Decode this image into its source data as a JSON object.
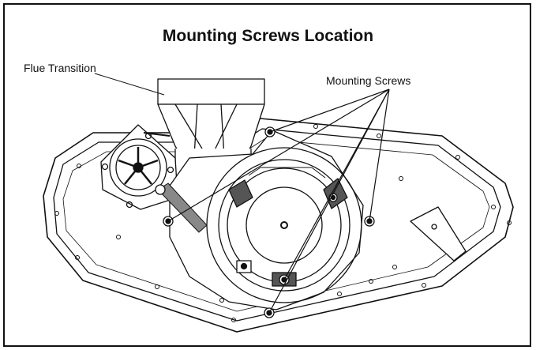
{
  "title": "Mounting Screws Location",
  "labels": {
    "flue_transition": "Flue Transition",
    "mounting_screws": "Mounting Screws"
  },
  "colors": {
    "line": "#111111",
    "fill": "#ffffff",
    "shade": "#555555",
    "pointer": "#888888"
  }
}
